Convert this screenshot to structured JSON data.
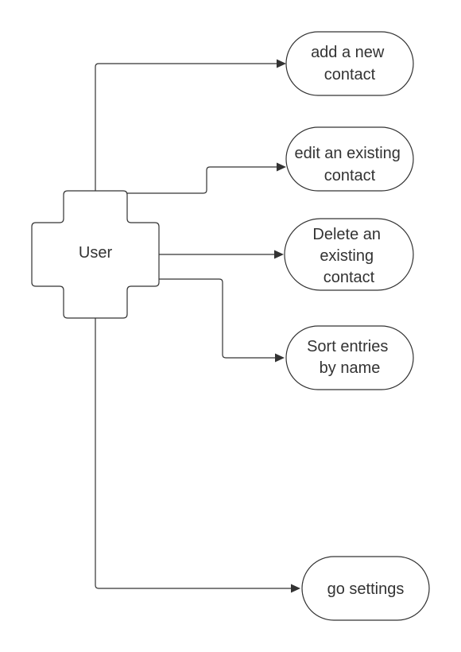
{
  "diagram": {
    "actor": {
      "label": "User"
    },
    "actions": [
      {
        "id": "add",
        "lines": [
          "add a new",
          "contact"
        ]
      },
      {
        "id": "edit",
        "lines": [
          "edit an existing",
          "contact"
        ]
      },
      {
        "id": "delete",
        "lines": [
          "Delete an",
          "existing",
          "contact"
        ]
      },
      {
        "id": "sort",
        "lines": [
          "Sort entries",
          "by name"
        ]
      },
      {
        "id": "settings",
        "lines": [
          "go settings"
        ]
      }
    ]
  }
}
